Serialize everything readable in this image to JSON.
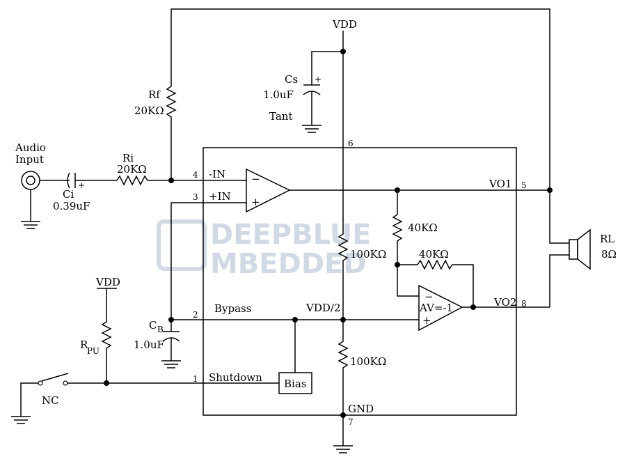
{
  "watermark": {
    "line1": "DEEPBLUE",
    "line2": "MBEDDED"
  },
  "labels": {
    "vdd_top": "VDD",
    "vdd_left": "VDD",
    "cs_name": "Cs",
    "cs_value": "1.0uF",
    "cs_type": "Tant",
    "rf_name": "Rf",
    "rf_value": "20KΩ",
    "ri_name": "Ri",
    "ri_value": "20KΩ",
    "audio_line1": "Audio",
    "audio_line2": "Input",
    "ci_name": "Ci",
    "ci_value": "0.39uF",
    "cb_name": "C",
    "cb_sub": "B",
    "cb_value": "1.0uF",
    "rpu_name": "R",
    "rpu_sub": "PU",
    "nc": "NC",
    "in_minus": "-IN",
    "in_plus": "+IN",
    "bypass": "Bypass",
    "shutdown": "Shutdown",
    "bias": "Bias",
    "vdd2": "VDD/2",
    "gnd": "GND",
    "vo1": "VO1",
    "vo2": "VO2",
    "r40k_a": "40KΩ",
    "r40k_b": "40KΩ",
    "r100k_a": "100KΩ",
    "r100k_b": "100KΩ",
    "av": "AV=-1",
    "rl_name": "RL",
    "rl_value": "8Ω",
    "opamp_minus": "−",
    "opamp_plus": "+",
    "polarity": "+"
  },
  "pins": {
    "p1": "1",
    "p2": "2",
    "p3": "3",
    "p4": "4",
    "p5": "5",
    "p6": "6",
    "p7": "7",
    "p8": "8"
  }
}
